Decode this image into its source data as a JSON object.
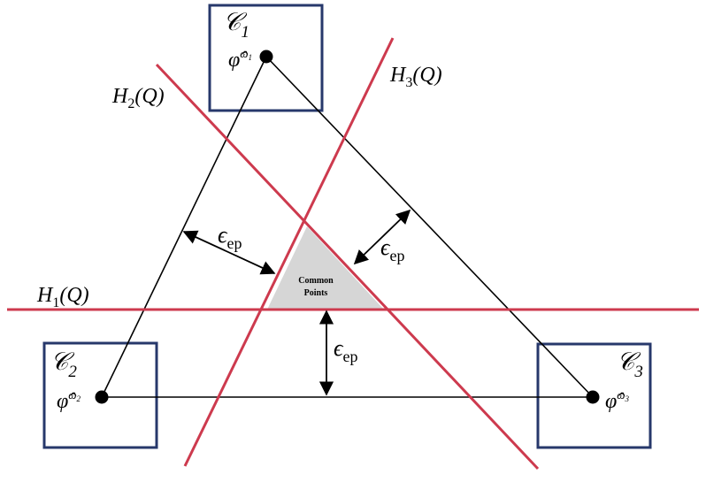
{
  "colors": {
    "box": "#27386b",
    "hyperplane": "#cd3a4e",
    "line": "#000000",
    "region": "#d6d6d6"
  },
  "clusters": [
    {
      "name": "𝒞",
      "sub": "1",
      "point": "φ̂",
      "sup": "ω",
      "supsub": "1"
    },
    {
      "name": "𝒞",
      "sub": "2",
      "point": "φ̂",
      "sup": "ω",
      "supsub": "2"
    },
    {
      "name": "𝒞",
      "sub": "3",
      "point": "φ̂",
      "sup": "ω",
      "supsub": "3"
    }
  ],
  "hyperplanes": [
    {
      "H": "H",
      "sub": "1",
      "arg": "(Q)"
    },
    {
      "H": "H",
      "sub": "2",
      "arg": "(Q)"
    },
    {
      "H": "H",
      "sub": "3",
      "arg": "(Q)"
    }
  ],
  "epsilon": {
    "symbol": "ϵ",
    "sub": "ep"
  },
  "region": {
    "line1": "Common",
    "line2": "Points"
  }
}
